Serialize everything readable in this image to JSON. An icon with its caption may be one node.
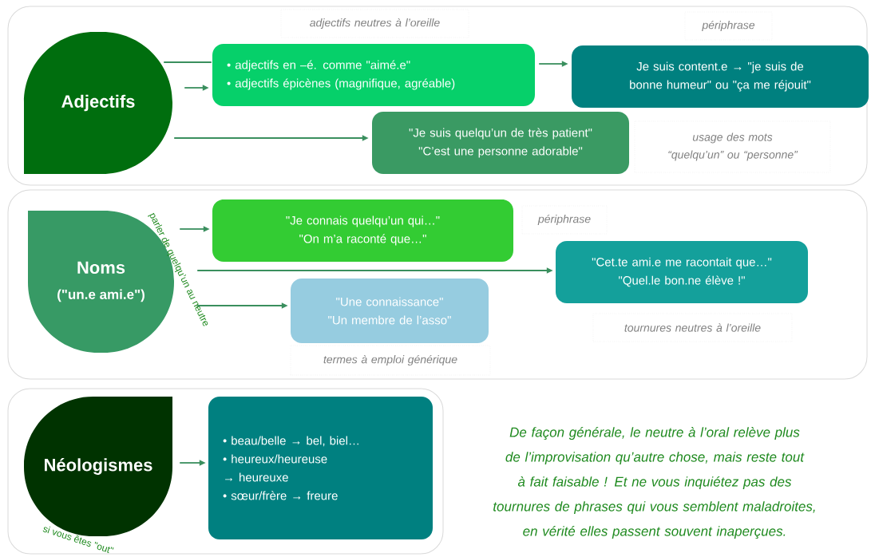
{
  "diagram": {
    "nodes": [
      {
        "text": [],
        "shape": "box"
      },
      {
        "text": [
          "Adjectifs"
        ],
        "in": 0
      },
      {
        "text": [
          "• adjectifs en –é. comme \"aimé.e\"",
          "• adjectifs épicènes (magnifique, agréable)"
        ],
        "in": 0
      },
      {
        "text": [
          "Je suis content.e → \"je suis de bonne humeur\" ou \"ça me réjouit\""
        ],
        "in": 0
      },
      {
        "text": [
          "\"Je suis quelqu’un de très patient\"",
          "\"C’est une personne adorable\""
        ],
        "in": 0
      },
      {
        "text": [
          "adjectifs neutres à l’oreille"
        ],
        "in": 0
      },
      {
        "text": [
          "périphrase"
        ],
        "in": 0
      },
      {
        "text": [
          "usage des mots “quelqu’un” ou “personne”"
        ],
        "in": 0
      },
      {
        "text": [],
        "shape": "box"
      },
      {
        "text": [
          "Noms",
          "(\"un.e ami.e\")"
        ],
        "in": 8,
        "beside": [
          "parler de quelqu’un au neutre"
        ]
      },
      {
        "text": [
          "\"Je connais quelqu’un qui…\"",
          "\"On m’a raconté que…\""
        ],
        "in": 8
      },
      {
        "text": [
          "\"Cet.te ami.e me racontait que…\"",
          "\"Quel.le bon.ne élève !\""
        ],
        "in": 8
      },
      {
        "text": [
          "\"Une connaissance\"",
          "\"Un membre de l’asso\""
        ],
        "in": 8
      },
      {
        "text": [
          "périphrase"
        ],
        "in": 8
      },
      {
        "text": [
          "tournures neutres à l’oreille"
        ],
        "in": 8
      },
      {
        "text": [
          "termes à emploi générique"
        ],
        "in": 8
      },
      {
        "text": [],
        "shape": "box"
      },
      {
        "text": [
          "Néologismes"
        ],
        "in": 16,
        "beside": [
          "si vous êtes \"out\""
        ]
      },
      {
        "text": [
          "•   beau/belle → bel, biel…",
          "•   heureux/heureuse",
          "→ heureuxe",
          "•   sœur/frère → freure"
        ],
        "in": 16
      }
    ],
    "edges": [
      {
        "from": 1,
        "to": 2,
        "arrow": "none"
      },
      {
        "from": 1,
        "to": 2,
        "arrow": "to"
      },
      {
        "from": 2,
        "to": 3,
        "arrow": "to"
      },
      {
        "from": 1,
        "to": 4,
        "arrow": "to"
      },
      {
        "from": 9,
        "to": 10,
        "arrow": "to"
      },
      {
        "from": 9,
        "to": 11,
        "arrow": "to"
      },
      {
        "from": 9,
        "to": 12,
        "arrow": "to"
      },
      {
        "from": 17,
        "to": 18,
        "arrow": "to"
      }
    ],
    "labels": [
      "De façon générale, le neutre à l’oral relève plus de l’improvisation qu’autre chose, mais reste tout à fait faisable ! Et ne vous inquiétez pas des tournures de phrases qui vous semblent maladroites, en vérité elles passent souvent inaperçues."
    ]
  }
}
